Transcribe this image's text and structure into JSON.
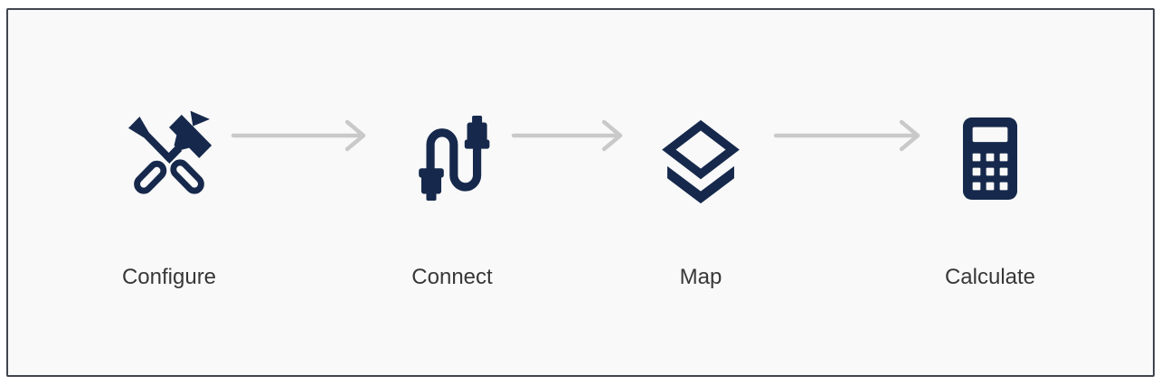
{
  "diagram": {
    "steps": [
      {
        "label": "Configure",
        "icon": "tools-icon"
      },
      {
        "label": "Connect",
        "icon": "cable-icon"
      },
      {
        "label": "Map",
        "icon": "layers-icon"
      },
      {
        "label": "Calculate",
        "icon": "calculator-icon"
      }
    ],
    "connector_icon": "arrow-right-icon"
  },
  "colors": {
    "icon": "#16294c",
    "arrow": "#c9c9c9",
    "label": "#373737",
    "panel-bg": "#f9f9f9",
    "panel-border": "#41454f",
    "page-bg": "#ffffff"
  }
}
